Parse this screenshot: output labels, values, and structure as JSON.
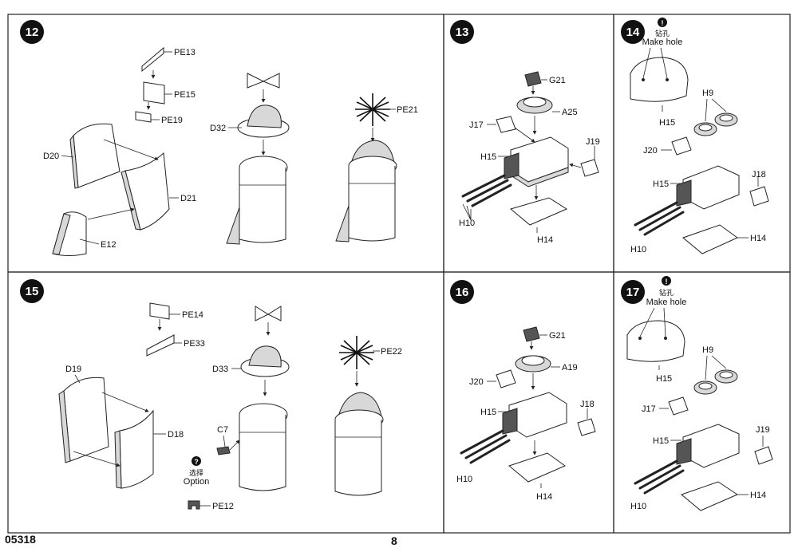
{
  "footer": {
    "code": "05318",
    "page": "8"
  },
  "steps": [
    {
      "num": "12",
      "labels": {
        "pe13": "PE13",
        "pe15": "PE15",
        "pe19": "PE19",
        "d20": "D20",
        "d21": "D21",
        "e12": "E12",
        "d32": "D32",
        "pe21": "PE21"
      }
    },
    {
      "num": "13",
      "labels": {
        "g21": "G21",
        "a25": "A25",
        "j17": "J17",
        "h15": "H15",
        "j19": "J19",
        "h10": "H10",
        "h14": "H14"
      }
    },
    {
      "num": "14",
      "labels": {
        "hole_cn": "钻孔",
        "hole_en": "Make hole",
        "h15": "H15",
        "h9": "H9",
        "j20": "J20",
        "h15b": "H15",
        "j18": "J18",
        "h10": "H10",
        "h14": "H14"
      }
    },
    {
      "num": "15",
      "labels": {
        "pe14": "PE14",
        "pe33": "PE33",
        "d19": "D19",
        "d18": "D18",
        "d33": "D33",
        "c7": "C7",
        "opt_cn": "选择",
        "opt_en": "Option",
        "pe12": "PE12",
        "pe22": "PE22"
      }
    },
    {
      "num": "16",
      "labels": {
        "g21": "G21",
        "a19": "A19",
        "j20": "J20",
        "h15": "H15",
        "j18": "J18",
        "h10": "H10",
        "h14": "H14"
      }
    },
    {
      "num": "17",
      "labels": {
        "hole_cn": "钻孔",
        "hole_en": "Make hole",
        "h15": "H15",
        "h9": "H9",
        "j17": "J17",
        "h15b": "H15",
        "j19": "J19",
        "h10": "H10",
        "h14": "H14"
      }
    }
  ]
}
